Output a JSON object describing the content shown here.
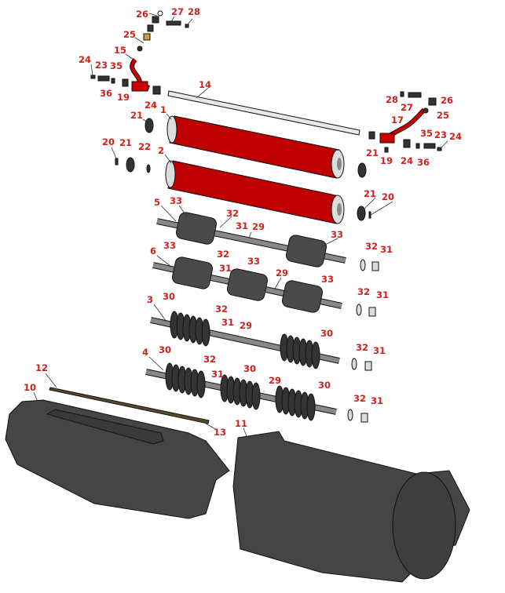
{
  "diagram": {
    "title": "Reel / roller assembly exploded parts view",
    "colors": {
      "callout": "#d0201b",
      "roller": "#c40000",
      "housing": "#444444",
      "metal": "#d9d9d9"
    },
    "callouts": [
      "26",
      "27",
      "28",
      "25",
      "15",
      "24",
      "23",
      "35",
      "36",
      "19",
      "24",
      "14",
      "1",
      "21",
      "20",
      "21",
      "22",
      "2",
      "28",
      "27",
      "26",
      "25",
      "17",
      "35",
      "23",
      "24",
      "21",
      "19",
      "24",
      "36",
      "21",
      "20",
      "5",
      "33",
      "32",
      "31",
      "29",
      "33",
      "32",
      "31",
      "6",
      "33",
      "32",
      "31",
      "33",
      "29",
      "33",
      "32",
      "31",
      "3",
      "30",
      "32",
      "31",
      "29",
      "30",
      "32",
      "31",
      "4",
      "30",
      "32",
      "31",
      "30",
      "29",
      "30",
      "32",
      "31",
      "12",
      "10",
      "13",
      "11"
    ]
  }
}
